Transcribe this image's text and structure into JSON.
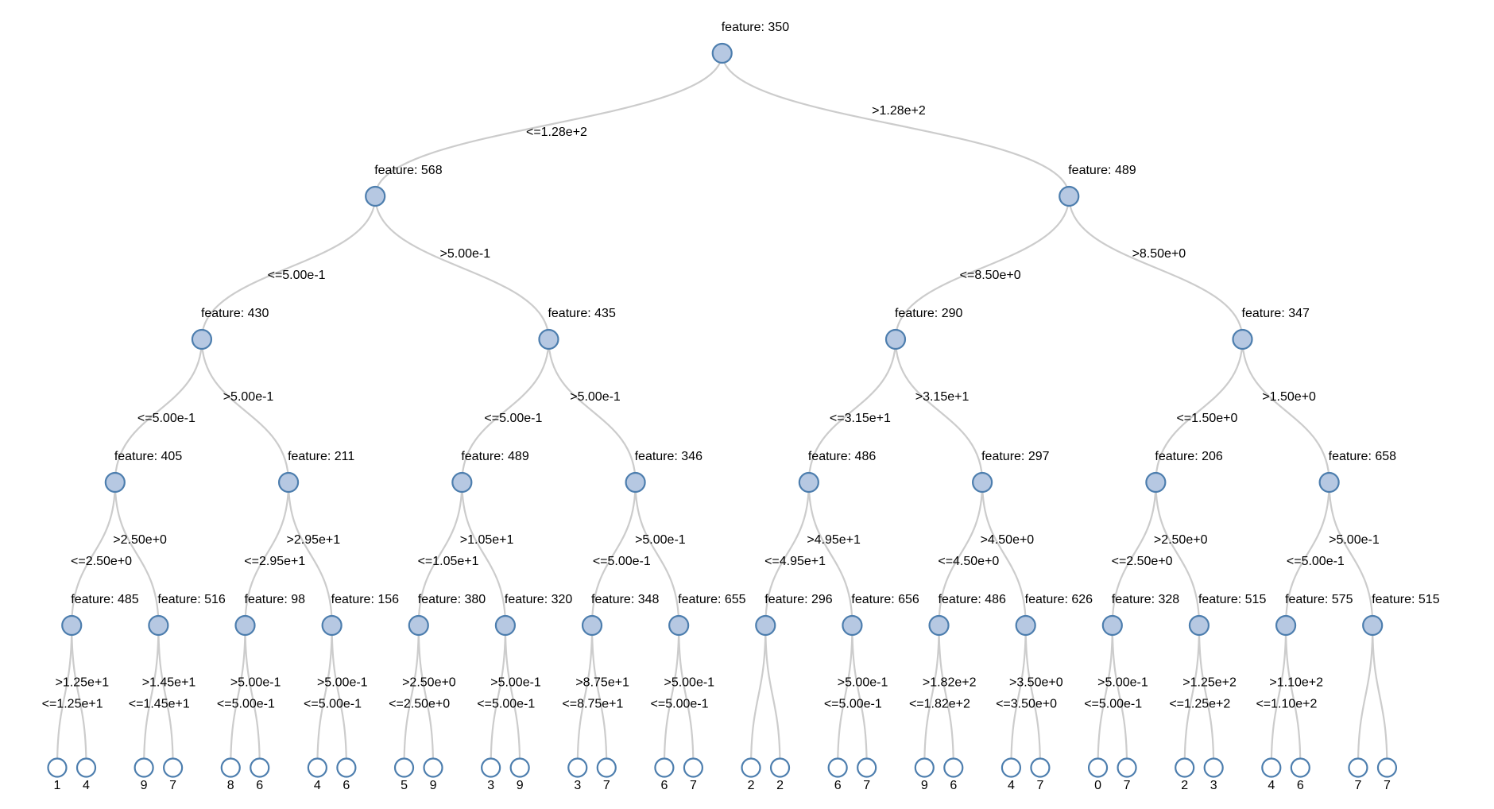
{
  "figure": {
    "type": "decision-tree",
    "node_label_prefix": "feature: ",
    "le_prefix": "<=",
    "gt_prefix": ">"
  },
  "style": {
    "background": "#ffffff",
    "link_color": "#cccccc",
    "node_fill": "#b6c8e2",
    "node_stroke": "#4d7eae",
    "leaf_fill": "#ffffff",
    "leaf_stroke": "#4d7eae",
    "text_color": "#000000"
  },
  "tree": {
    "feature": "350",
    "threshold": "1.28e+2",
    "left": {
      "feature": "568",
      "threshold": "5.00e-1",
      "left": {
        "feature": "430",
        "threshold": "5.00e-1",
        "left": {
          "feature": "405",
          "threshold": "2.50e+0",
          "left": {
            "feature": "485",
            "threshold": "1.25e+1",
            "left": {
              "value": "1"
            },
            "right": {
              "value": "4"
            }
          },
          "right": {
            "feature": "516",
            "threshold": "1.45e+1",
            "left": {
              "value": "9"
            },
            "right": {
              "value": "7"
            }
          }
        },
        "right": {
          "feature": "211",
          "threshold": "2.95e+1",
          "left": {
            "feature": "98",
            "threshold": "5.00e-1",
            "left": {
              "value": "8"
            },
            "right": {
              "value": "6"
            }
          },
          "right": {
            "feature": "156",
            "threshold": "5.00e-1",
            "left": {
              "value": "4"
            },
            "right": {
              "value": "6"
            }
          }
        }
      },
      "right": {
        "feature": "435",
        "threshold": "5.00e-1",
        "left": {
          "feature": "489",
          "threshold": "1.05e+1",
          "left": {
            "feature": "380",
            "threshold": "2.50e+0",
            "left": {
              "value": "5"
            },
            "right": {
              "value": "9"
            }
          },
          "right": {
            "feature": "320",
            "threshold": "5.00e-1",
            "left": {
              "value": "3"
            },
            "right": {
              "value": "9"
            }
          }
        },
        "right": {
          "feature": "346",
          "threshold": "5.00e-1",
          "left": {
            "feature": "348",
            "threshold": "8.75e+1",
            "left": {
              "value": "3"
            },
            "right": {
              "value": "7"
            }
          },
          "right": {
            "feature": "655",
            "threshold": "5.00e-1",
            "left": {
              "value": "6"
            },
            "right": {
              "value": "7"
            }
          }
        }
      }
    },
    "right": {
      "feature": "489",
      "threshold": "8.50e+0",
      "left": {
        "feature": "290",
        "threshold": "3.15e+1",
        "left": {
          "feature": "486",
          "threshold": "4.95e+1",
          "left": {
            "feature": "296",
            "threshold": null,
            "left": {
              "value": "2"
            },
            "right": {
              "value": "2"
            }
          },
          "right": {
            "feature": "656",
            "threshold": "5.00e-1",
            "left": {
              "value": "6"
            },
            "right": {
              "value": "7"
            }
          }
        },
        "right": {
          "feature": "297",
          "threshold": "4.50e+0",
          "left": {
            "feature": "486",
            "threshold": "1.82e+2",
            "left": {
              "value": "9"
            },
            "right": {
              "value": "6"
            }
          },
          "right": {
            "feature": "626",
            "threshold": "3.50e+0",
            "left": {
              "value": "4"
            },
            "right": {
              "value": "7"
            }
          }
        }
      },
      "right": {
        "feature": "347",
        "threshold": "1.50e+0",
        "left": {
          "feature": "206",
          "threshold": "2.50e+0",
          "left": {
            "feature": "328",
            "threshold": "5.00e-1",
            "left": {
              "value": "0"
            },
            "right": {
              "value": "7"
            }
          },
          "right": {
            "feature": "515",
            "threshold": "1.25e+2",
            "left": {
              "value": "2"
            },
            "right": {
              "value": "3"
            }
          }
        },
        "right": {
          "feature": "658",
          "threshold": "5.00e-1",
          "left": {
            "feature": "575",
            "threshold": "1.10e+2",
            "left": {
              "value": "4"
            },
            "right": {
              "value": "6"
            }
          },
          "right": {
            "feature": "515",
            "threshold": null,
            "left": {
              "value": "7"
            },
            "right": {
              "value": "7"
            }
          }
        }
      }
    }
  }
}
